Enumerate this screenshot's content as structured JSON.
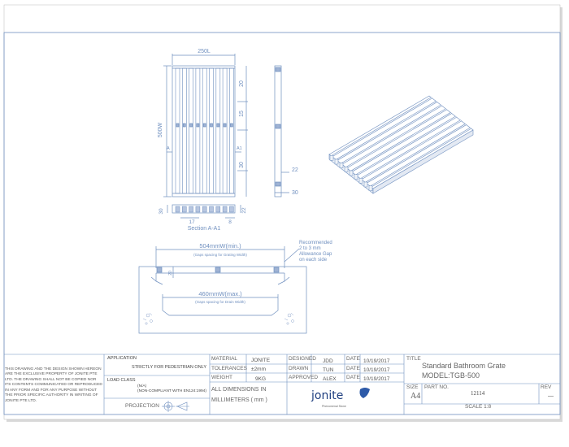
{
  "drawing": {
    "dims": {
      "width_top": "250L",
      "length_side": "500W",
      "seg_top": "20",
      "seg_mid": "15",
      "seg_low": "30",
      "side_22": "22",
      "side_30": "30",
      "section_30": "30",
      "section_22": "22",
      "bar_17": "17",
      "bar_8": "8",
      "section_mark_left": "A",
      "section_mark_right": "A1"
    },
    "section_label": "Section  A-A1",
    "lower": {
      "top_dim": "504mmW(min.)",
      "top_note": "(Gaps spacing for Grating Width)",
      "bottom_dim": "460mmW(max.)",
      "bottom_note": "(Gaps spacing for Drain Width)",
      "recommended": [
        "Recommended",
        "2 to 3 mm",
        "Allowance Gap",
        "on each side"
      ],
      "small_20": "20"
    }
  },
  "title_block": {
    "disclaimer": "THIS DRAWING AND THE DESIGN SHOWN HEREON ARE THE EXCLUSIVE PROPERTY OF JONITE PTE LTD. THE DRAWING SHALL NOT BE COPIED NOR ITS CONTENTS COMMUNICATED OR REPRODUCED IN ANY FORM AND FOR ANY PURPOSE WITHOUT THE PRIOR SPECIFIC AUTHORITY IN WRITING OF JONITE PTE LTD.",
    "application_label": "APPLICATION",
    "application_value": "STRICTLY FOR PEDESTRIAN ONLY",
    "load_class_label": "LOAD CLASS",
    "load_class_values": [
      "(N/A)",
      "(NON-COMPLIANT WITH EN124:1994)"
    ],
    "projection_label": "PROJECTION",
    "material_label": "MATERIAL",
    "material_value": "JONITE",
    "tolerances_label": "TOLERANCES",
    "tolerances_value": "±2mm",
    "weight_label": "WEIGHT",
    "weight_value": "9KG",
    "dimensions_note": [
      "ALL DIMENSIONS IN",
      "MILLIMETERS ( mm )"
    ],
    "designed_label": "DESIGNED",
    "designed_value": "JDD",
    "drawn_label": "DRAWN",
    "drawn_value": "TUN",
    "approved_label": "APPROVED",
    "approved_value": "ALEX",
    "date_label": "DATE",
    "date_values": [
      "10/19/2017",
      "10/19/2017",
      "10/19/2017"
    ],
    "logo_text": "jonite",
    "logo_tagline": "Phenomenal Stone",
    "title_label": "TITLE",
    "title_lines": [
      "Standard Bathroom Grate",
      "MODEL:TGB-500"
    ],
    "size_label": "SIZE",
    "size_value": "A4",
    "part_label": "PART NO.",
    "part_value": "12114",
    "rev_label": "REV",
    "rev_value": "—",
    "scale_label": "SCALE  1:8"
  }
}
